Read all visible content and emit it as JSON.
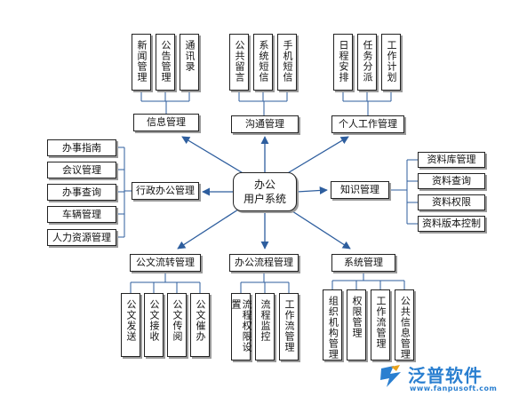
{
  "center": {
    "line1": "办公",
    "line2": "用户系统"
  },
  "top_groups": {
    "info": {
      "label": "信息管理",
      "items": [
        "新闻管理",
        "公告管理",
        "通讯录"
      ]
    },
    "comm": {
      "label": "沟通管理",
      "items": [
        "公共留言",
        "系统短信",
        "手机短信"
      ]
    },
    "personal": {
      "label": "个人工作管理",
      "items": [
        "日程安排",
        "任务分派",
        "工作计划"
      ]
    }
  },
  "left_group": {
    "label": "行政办公管理",
    "items": [
      "办事指南",
      "会议管理",
      "办事查询",
      "车辆管理",
      "人力资源管理"
    ]
  },
  "right_group": {
    "label": "知识管理",
    "items": [
      "资料库管理",
      "资料查询",
      "资料权限",
      "资料版本控制"
    ]
  },
  "bottom_groups": {
    "doc": {
      "label": "公文流转管理",
      "items": [
        "公文发送",
        "公文接收",
        "公文传阅",
        "公文催办"
      ]
    },
    "flow": {
      "label": "办公流程管理",
      "items": [
        "流程权限设置",
        "流程监控",
        "工作流管理"
      ]
    },
    "sys": {
      "label": "系统管理",
      "items": [
        "组织机构管理",
        "权限管理",
        "工作流管理",
        "公共信息管理"
      ]
    }
  },
  "logo": {
    "brand": "泛普软件",
    "url": "www.fanpusoft.com",
    "accent": "#2a7fd0"
  },
  "colors": {
    "arrow": "#2e5e9e",
    "connector": "#2e5e9e"
  }
}
